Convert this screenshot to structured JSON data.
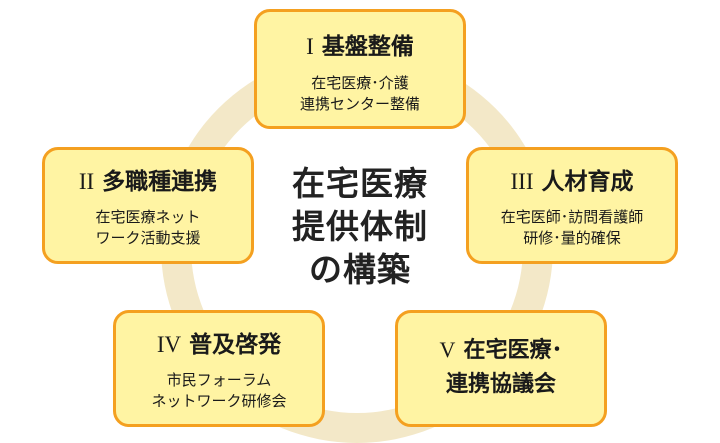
{
  "center": {
    "lines": [
      "在宅医療",
      "提供体制",
      "の構築"
    ]
  },
  "pillars": [
    {
      "numeral": "I",
      "title": "基盤整備",
      "lines": [
        "在宅医療･介護",
        "連携センター整備"
      ]
    },
    {
      "numeral": "II",
      "title": "多職種連携",
      "lines": [
        "在宅医療ネット",
        "ワーク活動支援"
      ]
    },
    {
      "numeral": "III",
      "title": "人材育成",
      "lines": [
        "在宅医師･訪問看護師",
        "研修･量的確保"
      ]
    },
    {
      "numeral": "IV",
      "title": "普及啓発",
      "lines": [
        "市民フォーラム",
        "ネットワーク研修会"
      ]
    },
    {
      "numeral": "V",
      "title": "在宅医療･",
      "title2": "連携協議会"
    }
  ],
  "colors": {
    "box_fill": "#fff4a3",
    "box_border": "#f4a020",
    "ring": "#f3e8c8"
  }
}
